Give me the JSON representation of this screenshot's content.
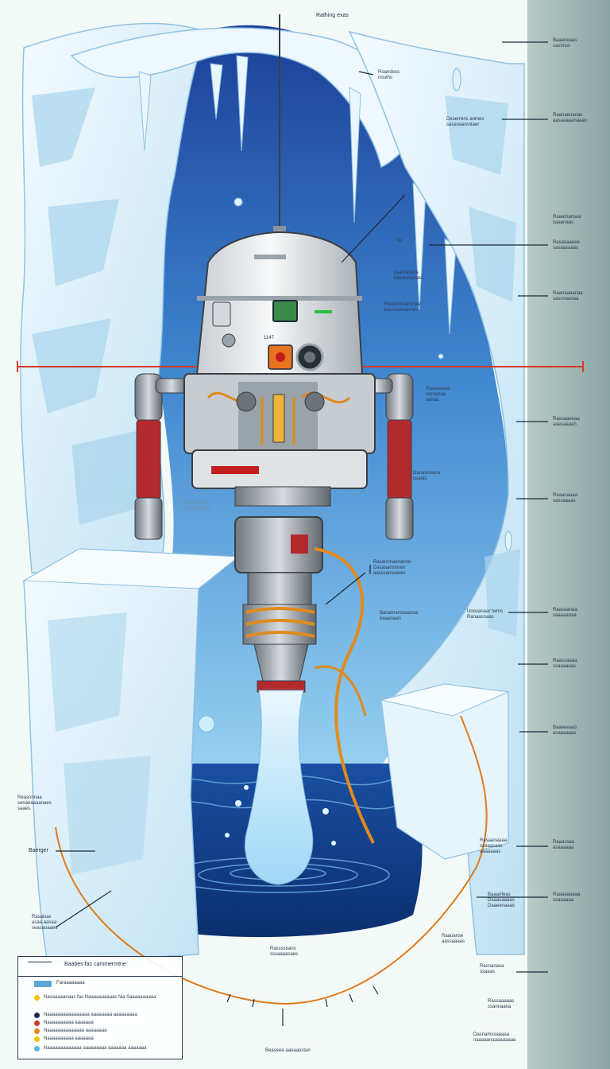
{
  "labels": {
    "top": "Rathing exas",
    "l01": "Roandoss\nnnuths",
    "l02": "Deserrens anmes\nsasanaamntaer",
    "l03": "NI",
    "l04": "ssanrassna\nbasonnasrata",
    "l05": "Rarasnssansnaa\nbasnnanssnnes",
    "l06": "1147",
    "l07": "Rasasaana\nrasnanaa\nsanaa",
    "l08": "Danasnnana\nssaats",
    "l09": "ANNAMON\nASSANNASI",
    "l10": "Rasennnaenanne\nDasasansnnan\naasssanseares",
    "l11": "Bananranssaanse\nnaaanaan",
    "l12": "Reasnnnaa\nsenaeaaaanaes\nsaaes",
    "l13": "Baerger",
    "l14": "Rasaisas\nasaa aasaa\nseasaoaaes",
    "l15": "Rassssoans\nsssaaaasaes",
    "l16": "Beaseee aaoaaostan",
    "l17": "Raaoanse\naassaaaas",
    "l18": "Uoosanaar twms\nRanaasnaas",
    "l19": "Baaanfeas\nDaaasaaaas\nDaaeenaaas",
    "l20": "Rasaanaaaa\nssaaasaas\naaaaaaas",
    "l21": "Rasnanasa\nssaaas",
    "l22": "Rassaaaaas\nssannaana",
    "l23": "Dasnamssaaaaa\nnaaaaanaaaaaaaaa",
    "r01": "Baaeneaas\nsasnnss",
    "r02": "Raanaenanas\naasaaaaanaaan",
    "r03": "Raaamansaa\nsaaanaas",
    "r04": "Rasasaaeea\nsasaasaaas",
    "r05": "Raanaaaanaa\nsassnaanaa",
    "r06": "Rassaaeeaa\naaasaaaan",
    "r07": "Reaanaaaa\nsassaaaas",
    "r08": "Raasaanaa\nsaaaaanaa",
    "r09": "Raassaaaa\nssaaaaaas",
    "r10": "Baaeeeaas\nasaaaaaas",
    "r11": "Raaassaa\nasaaaaaa",
    "r12": "Raaaaaaaaa\nssaaaaaa"
  },
  "legend": {
    "title": "Baabes fas cammermtne",
    "items": [
      {
        "text": "Faraaaaaaaa",
        "color": "#5aa8d6"
      },
      {
        "text": "Nasaaaaanaas fas Naaaaaaaaaas faa Saaaaaaaaaa",
        "color": "#f2c400"
      },
      {
        "text": "Naaaaaaaaaaaaaaaa aaaaaaaa aaaaaaaaa",
        "color": "#1f2a5a"
      },
      {
        "text": "Naaaaaaaaaa aaaaaaa",
        "color": "#d33a2c"
      },
      {
        "text": "Naaaaaaaaaaaaaa aaaaaaaa",
        "color": "#e08a1f"
      },
      {
        "text": "Naaaaaaaaaa aaaaaaa",
        "color": "#f2c400"
      },
      {
        "text": "Naaaaaaaaaaaaa aaaaaaaaa aaaaaaa aaaaaaa",
        "color": "#5ab8e0"
      }
    ]
  },
  "colors": {
    "sky_top": "#1e4fa6",
    "sky_bottom": "#8fd0f2",
    "ice": "#dff1fb",
    "ice_shadow": "#9fcde8",
    "water_deep": "#0f3f8f",
    "water_light": "#2f78c6",
    "panel": "#9bb3b0",
    "laser": "#d63a2a",
    "cable": "#e38a1c",
    "machine": "#eef1f3",
    "machine_dark": "#8a949c",
    "accent_red": "#b8232a"
  }
}
